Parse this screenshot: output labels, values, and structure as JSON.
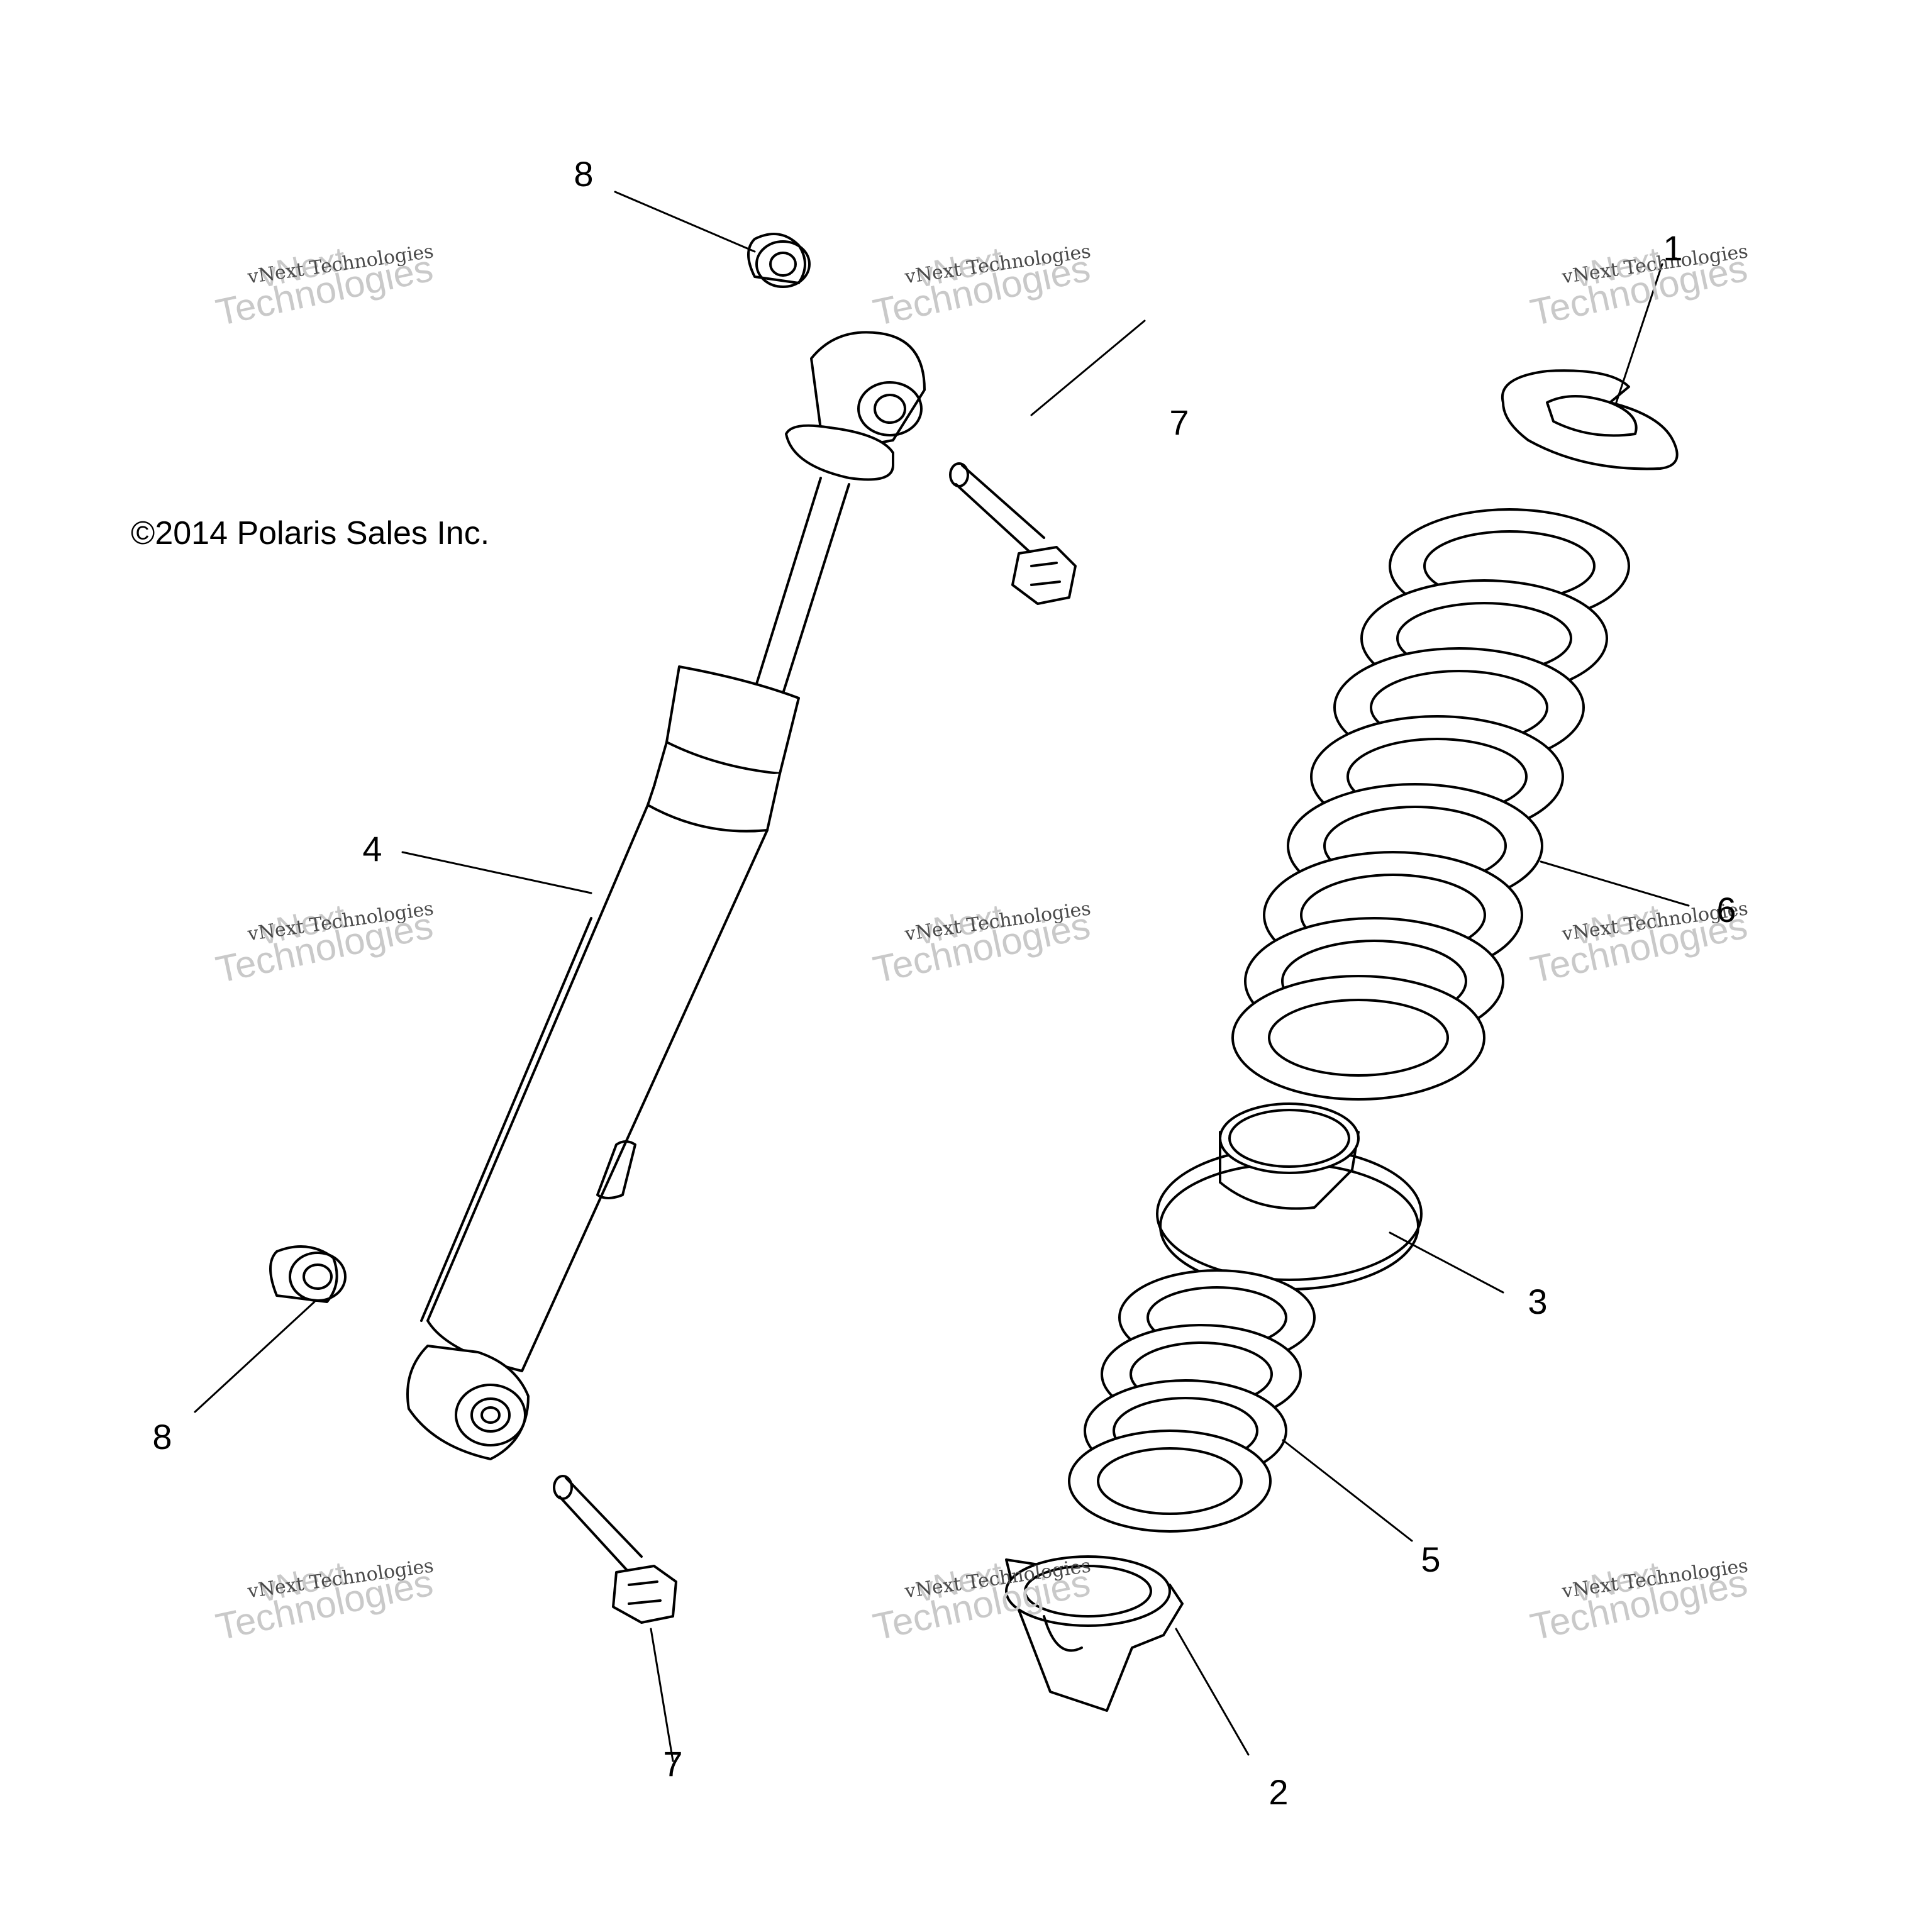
{
  "copyright": "©2014 Polaris Sales Inc.",
  "callouts": {
    "c1": "1",
    "c2": "2",
    "c3": "3",
    "c4": "4",
    "c5": "5",
    "c6": "6",
    "c7_upper": "7",
    "c7_lower": "7",
    "c8_upper": "8",
    "c8_lower": "8"
  },
  "watermark": {
    "line1": "vNext",
    "line2": "vNext Technologies",
    "line3": "Technologies"
  }
}
